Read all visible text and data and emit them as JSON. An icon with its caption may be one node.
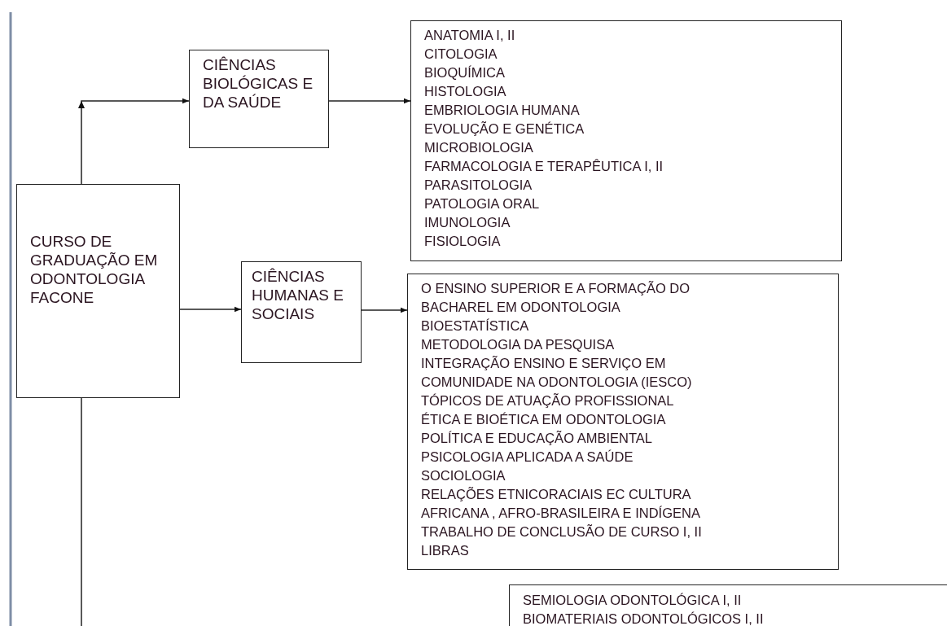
{
  "diagram": {
    "nodes": [
      {
        "text": [
          "CURSO DE GRADUAÇÃO EM ODONTOLOGIA FACONE"
        ]
      },
      {
        "text": [
          "CIÊNCIAS BIOLÓGICAS E DA SAÚDE"
        ]
      },
      {
        "text": [
          "ANATOMIA I, II",
          "CITOLOGIA",
          "BIOQUÍMICA",
          "HISTOLOGIA",
          "EMBRIOLOGIA HUMANA",
          "EVOLUÇÃO E GENÉTICA",
          "MICROBIOLOGIA",
          "FARMACOLOGIA E TERAPÊUTICA I, II",
          "PARASITOLOGIA",
          "PATOLOGIA ORAL",
          "IMUNOLOGIA",
          "FISIOLOGIA"
        ]
      },
      {
        "text": [
          "CIÊNCIAS HUMANAS E SOCIAIS"
        ]
      },
      {
        "text": [
          "O ENSINO SUPERIOR E A FORMAÇÃO DO BACHAREL EM ODONTOLOGIA",
          "BIOESTATÍSTICA",
          "METODOLOGIA DA PESQUISA",
          "INTEGRAÇÃO ENSINO E SERVIÇO EM COMUNIDADE NA ODONTOLOGIA (IESCO)",
          "TÓPICOS DE ATUAÇÃO PROFISSIONAL",
          "ÉTICA E BIOÉTICA EM ODONTOLOGIA",
          "POLÍTICA E EDUCAÇÃO AMBIENTAL",
          "PSICOLOGIA APLICADA A SAÚDE",
          "SOCIOLOGIA",
          "RELAÇÕES ETNICORACIAIS EC CULTURA AFRICANA , AFRO-BRASILEIRA E INDÍGENA",
          "TRABALHO DE CONCLUSÃO DE CURSO I, II",
          "LIBRAS"
        ]
      },
      {
        "text": [
          "SEMIOLOGIA ODONTOLÓGICA I, II",
          "BIOMATERIAIS ODONTOLÓGICOS I, II"
        ]
      }
    ],
    "edges": [
      {
        "from": 0,
        "to": 1,
        "arrow": "to"
      },
      {
        "from": 1,
        "to": 2,
        "arrow": "to"
      },
      {
        "from": 0,
        "to": 3,
        "arrow": "to"
      },
      {
        "from": 3,
        "to": 4,
        "arrow": "to"
      },
      {
        "from": 0,
        "to": null,
        "arrow": "none"
      }
    ]
  }
}
